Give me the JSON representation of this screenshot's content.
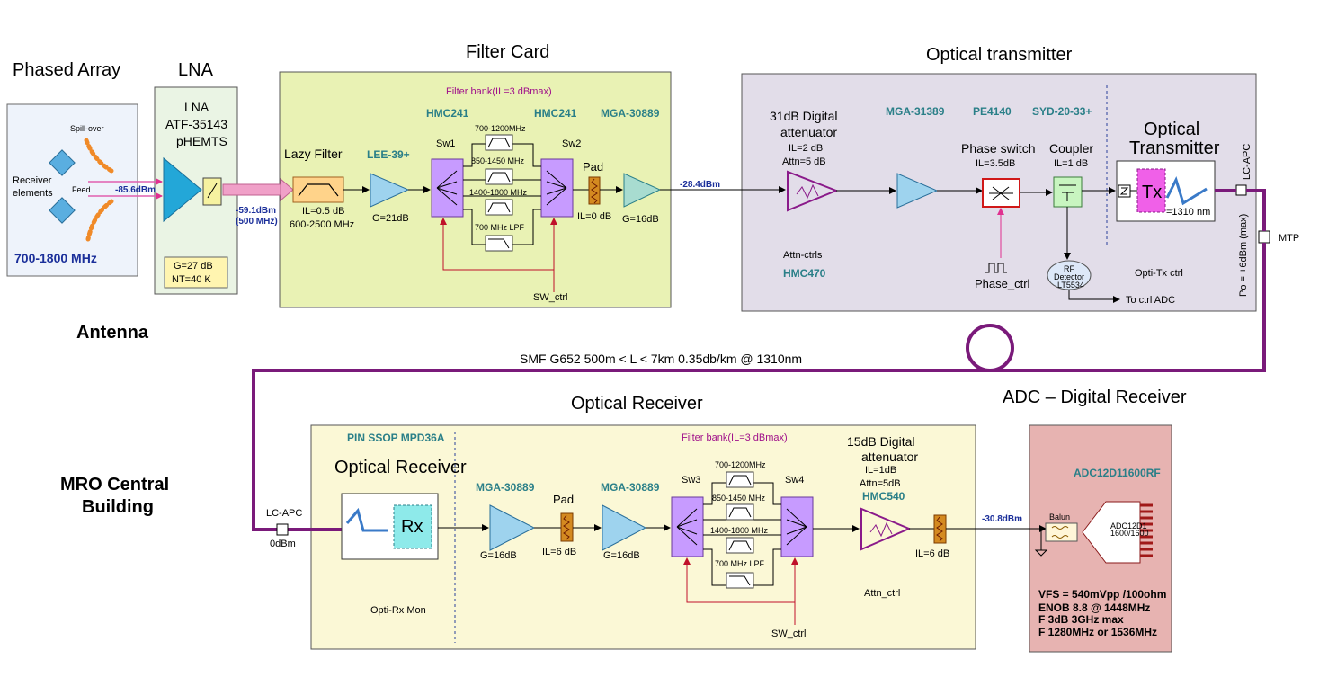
{
  "sections": {
    "phased_array": "Phased Array",
    "lna": "LNA",
    "filter_card": "Filter Card",
    "optical_transmitter": "Optical transmitter",
    "optical_receiver": "Optical Receiver",
    "adc_receiver": "ADC – Digital Receiver",
    "antenna": "Antenna",
    "mro_line1": "MRO Central",
    "mro_line2": "Building"
  },
  "antenna": {
    "spillover": "Spill-over",
    "receiver_line1": "Receiver",
    "receiver_line2": "elements",
    "feed": "Feed",
    "band": "700-1800 MHz",
    "level": "-85.6dBm"
  },
  "lna": {
    "title": "LNA",
    "part": "ATF-35143",
    "device": "pHEMTS",
    "gain": "G=27 dB",
    "nt": "NT=40 K",
    "out_level": "-59.1dBm",
    "out_freq": "(500 MHz)"
  },
  "filter_card": {
    "lazy_filter": "Lazy Filter",
    "lazy_part": "LEE-39+",
    "lazy_il": "IL=0.5 dB",
    "lazy_range": "600-2500 MHz",
    "amp_gain": "G=21dB",
    "bank": "Filter bank(IL=3 dBmax)",
    "sw_part": "HMC241",
    "sw1": "Sw1",
    "sw2": "Sw2",
    "f1": "700-1200MHz",
    "f2": "850-1450 MHz",
    "f3": "1400-1800 MHz",
    "f4": "700 MHz LPF",
    "pad": "Pad",
    "pad_il": "IL=0 dB",
    "amp2_part": "MGA-30889",
    "amp2_gain": "G=16dB",
    "sw_ctrl": "SW_ctrl",
    "out_level": "-28.4dBm"
  },
  "optical_tx": {
    "att_line1": "31dB Digital",
    "att_line2": "attenuator",
    "att_il": "IL=2 dB",
    "att_attn": "Attn=5 dB",
    "attn_ctrls": "Attn-ctrls",
    "att_part": "HMC470",
    "amp_part": "MGA-31389",
    "ps_part": "PE4140",
    "coupler_part": "SYD-20-33+",
    "phase_switch": "Phase switch",
    "ps_il": "IL=3.5dB",
    "coupler": "Coupler",
    "coupler_il": "IL=1 dB",
    "phase_ctrl": "Phase_ctrl",
    "rf_line1": "RF",
    "rf_line2": "Detector",
    "rf_part": "LT5534",
    "to_ctrl": "To ctrl ADC",
    "tx_line1": "Optical",
    "tx_line2": "Transmitter",
    "tx": "Tx",
    "wavelength": "=1310 nm",
    "opti_tx": "Opti-Tx ctrl",
    "lc_apc": "LC-APC",
    "po": "Po = +6dBm (max)",
    "mtp": "MTP"
  },
  "fiber": "SMF G652 500m < L < 7km 0.35db/km @ 1310nm",
  "optical_rx": {
    "pin_part": "PIN SSOP MPD36A",
    "title": "Optical Receiver",
    "rx": "Rx",
    "mon": "Opti-Rx Mon",
    "lc_apc": "LC-APC",
    "level": "0dBm",
    "amp_part": "MGA-30889",
    "amp_gain": "G=16dB",
    "pad": "Pad",
    "pad_il": "IL=6 dB",
    "bank": "Filter bank(IL=3 dBmax)",
    "sw3": "Sw3",
    "sw4": "Sw4",
    "f1": "700-1200MHz",
    "f2": "850-1450 MHz",
    "f3": "1400-1800 MHz",
    "f4": "700 MHz LPF",
    "sw_ctrl": "SW_ctrl",
    "att_line1": "15dB Digital",
    "att_line2": "attenuator",
    "att_il": "IL=1dB",
    "att_attn": "Attn=5dB",
    "att_part": "HMC540",
    "att_ctrl": "Attn_ctrl",
    "out_level": "-30.8dBm"
  },
  "adc": {
    "part": "ADC12D11600RF",
    "balun": "Balun",
    "chip_line1": "ADC12D1",
    "chip_line2": "1600/1600",
    "spec1": "VFS = 540mVpp /100ohm",
    "spec2": "ENOB 8.8 @ 1448MHz",
    "spec3": "F 3dB 3GHz max",
    "spec4": "F 1280MHz or 1536MHz"
  },
  "colors": {
    "lna_bg": "#eaf4e4",
    "filter_bg": "#e9f2b4",
    "tx_bg": "#e2dde9",
    "rx_bg": "#fbf8d6",
    "adc_bg": "#e7b3b1",
    "fiber": "#7a1a7a",
    "part_label": "#2a7f88",
    "filter_box": "#ffd38a",
    "switch_box": "#c79bff",
    "amp": "#9ed3ee",
    "pink_line": "#f0a0c8"
  }
}
